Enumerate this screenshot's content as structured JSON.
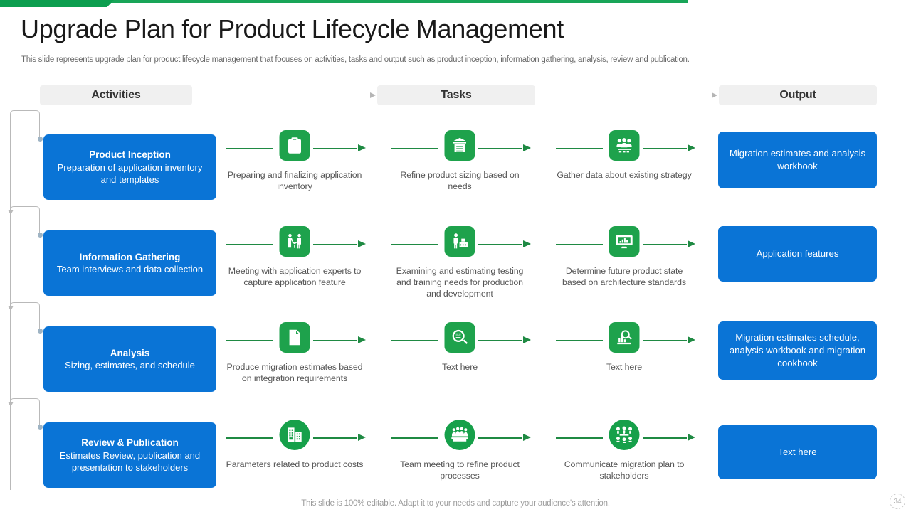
{
  "theme": {
    "accent_green": "#18a558",
    "icon_green": "#1ea24c",
    "box_blue": "#0a74d6",
    "header_band": "#f0f0f0",
    "connector_gray": "#b9b9b9"
  },
  "header": {
    "title": "Upgrade Plan for Product Lifecycle Management",
    "subtitle": "This slide represents upgrade plan for product lifecycle management that focuses on activities, tasks and output such as product inception, information gathering, analysis, review and publication."
  },
  "columns": [
    {
      "label": "Activities"
    },
    {
      "label": "Tasks"
    },
    {
      "label": "Output"
    }
  ],
  "rows": [
    {
      "activity": {
        "title": "Product Inception",
        "desc": "Preparation of application inventory and templates"
      },
      "tasks": [
        {
          "icon": "clipboard-checklist-icon",
          "label": "Preparing and finalizing application inventory"
        },
        {
          "icon": "package-box-icon",
          "label": "Refine product sizing based on needs"
        },
        {
          "icon": "team-group-icon",
          "label": "Gather data about existing strategy"
        }
      ],
      "output": "Migration estimates and analysis workbook"
    },
    {
      "activity": {
        "title": "Information Gathering",
        "desc": "Team interviews and data collection"
      },
      "tasks": [
        {
          "icon": "handshake-meeting-icon",
          "label": "Meeting with application experts to capture application feature"
        },
        {
          "icon": "person-presenting-data-icon",
          "label": "Examining and estimating testing and training needs for production and development"
        },
        {
          "icon": "desktop-analytics-icon",
          "label": "Determine future product state based on architecture standards"
        }
      ],
      "output": "Application features"
    },
    {
      "activity": {
        "title": "Analysis",
        "desc": "Sizing, estimates, and schedule"
      },
      "tasks": [
        {
          "icon": "document-gear-icon",
          "label": "Produce migration estimates based on integration requirements"
        },
        {
          "icon": "magnifier-document-icon",
          "label": "Text here"
        },
        {
          "icon": "chart-magnifier-icon",
          "label": "Text here"
        }
      ],
      "output": "Migration estimates schedule, analysis workbook and migration cookbook"
    },
    {
      "activity": {
        "title": "Review & Publication",
        "desc": "Estimates Review, publication and presentation to stakeholders"
      },
      "tasks": [
        {
          "icon": "building-calculator-icon",
          "label": "Parameters related to product costs"
        },
        {
          "icon": "meeting-table-icon",
          "label": "Team meeting to refine product processes"
        },
        {
          "icon": "communication-network-icon",
          "label": "Communicate migration plan to stakeholders"
        }
      ],
      "output": "Text here"
    }
  ],
  "footer": {
    "note": "This slide is 100% editable. Adapt it to your needs and capture your audience's attention.",
    "page_number": "34"
  }
}
